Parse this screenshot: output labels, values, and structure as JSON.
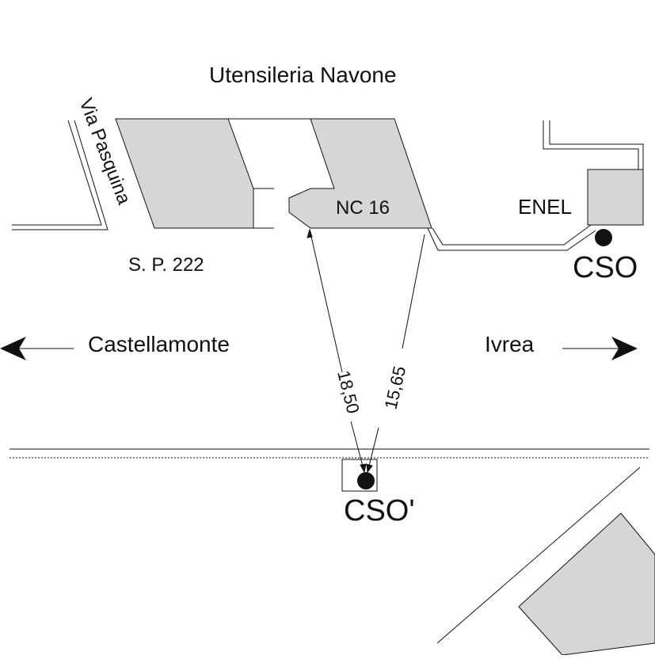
{
  "labels": {
    "building_name": "Utensileria Navone",
    "street": "Via Pasquina",
    "road": "S. P. 222",
    "building_code": "NC 16",
    "substation": "ENEL",
    "cso": "CSO",
    "cso_prime": "CSO'",
    "direction_left": "Castellamonte",
    "direction_right": "Ivrea",
    "distance_1": "18,50",
    "distance_2": "15,65"
  },
  "colors": {
    "building_fill": "#d6d6d6",
    "line": "#111111",
    "background": "#ffffff"
  }
}
